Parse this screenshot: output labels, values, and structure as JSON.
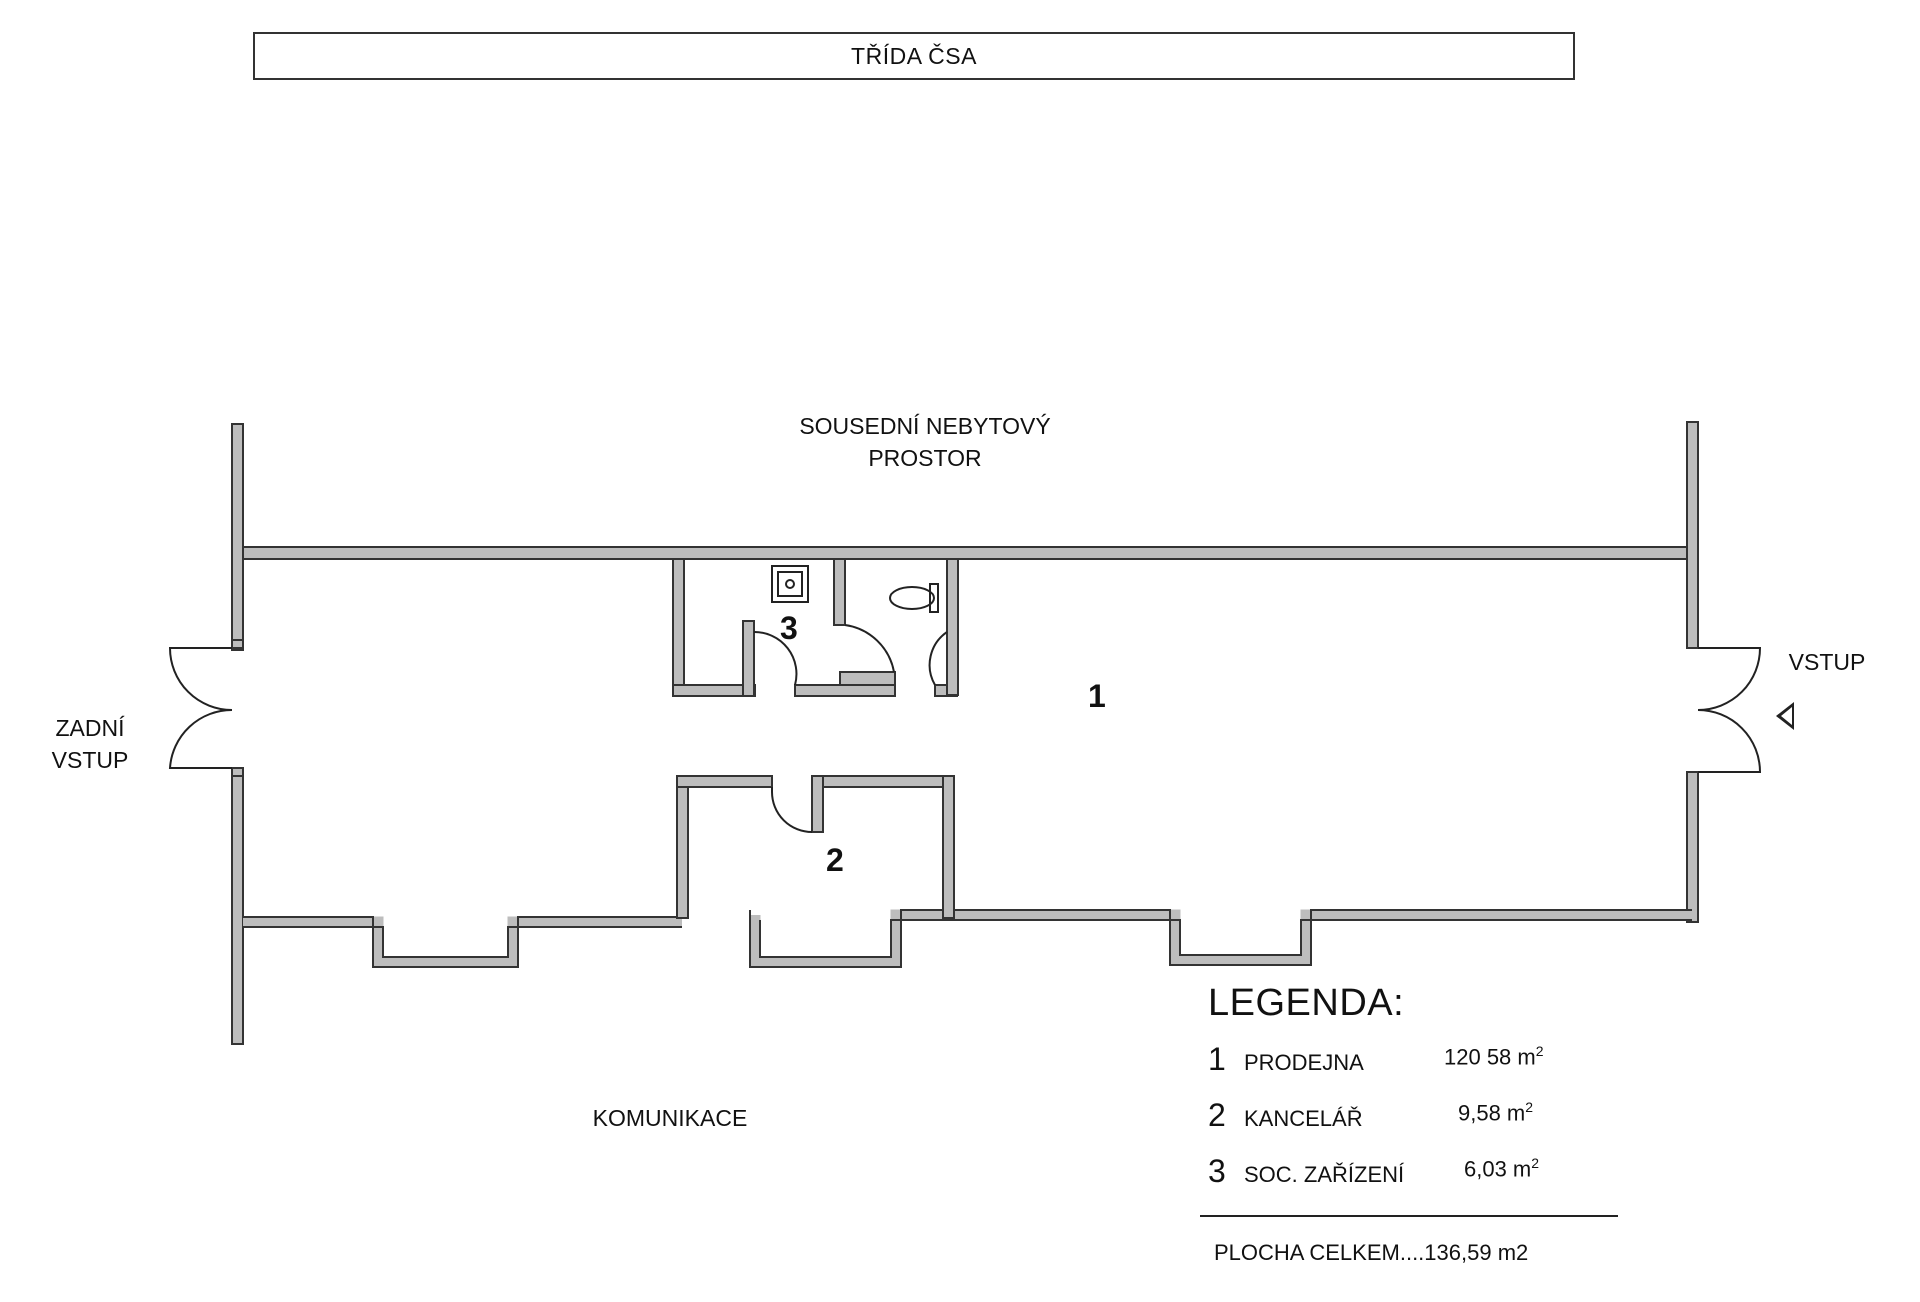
{
  "street": {
    "name": "TŘÍDA ČSA"
  },
  "areas": {
    "neighbour_line1": "SOUSEDNÍ NEBYTOVÝ",
    "neighbour_line2": "PROSTOR",
    "rear_entry_line1": "ZADNÍ",
    "rear_entry_line2": "VSTUP",
    "entry": "VSTUP",
    "road": "KOMUNIKACE"
  },
  "rooms": [
    {
      "number": "1"
    },
    {
      "number": "2"
    },
    {
      "number": "3"
    }
  ],
  "legend": {
    "title": "LEGENDA:",
    "items": [
      {
        "number": "1",
        "name": "PRODEJNA",
        "area": "120 58 m",
        "unit_exp": "2"
      },
      {
        "number": "2",
        "name": "KANCELÁŘ",
        "area": "9,58 m",
        "unit_exp": "2"
      },
      {
        "number": "3",
        "name": "SOC. ZAŘÍZENÍ",
        "area": "6,03 m",
        "unit_exp": "2"
      }
    ],
    "total": "PLOCHA CELKEM....136,59 m2"
  },
  "colors": {
    "wall_fill": "#bdbdbd",
    "wall_stroke": "#333333",
    "ink": "#111111"
  },
  "icons": [
    "sink-icon",
    "toilet-icon",
    "entry-arrow-icon"
  ]
}
